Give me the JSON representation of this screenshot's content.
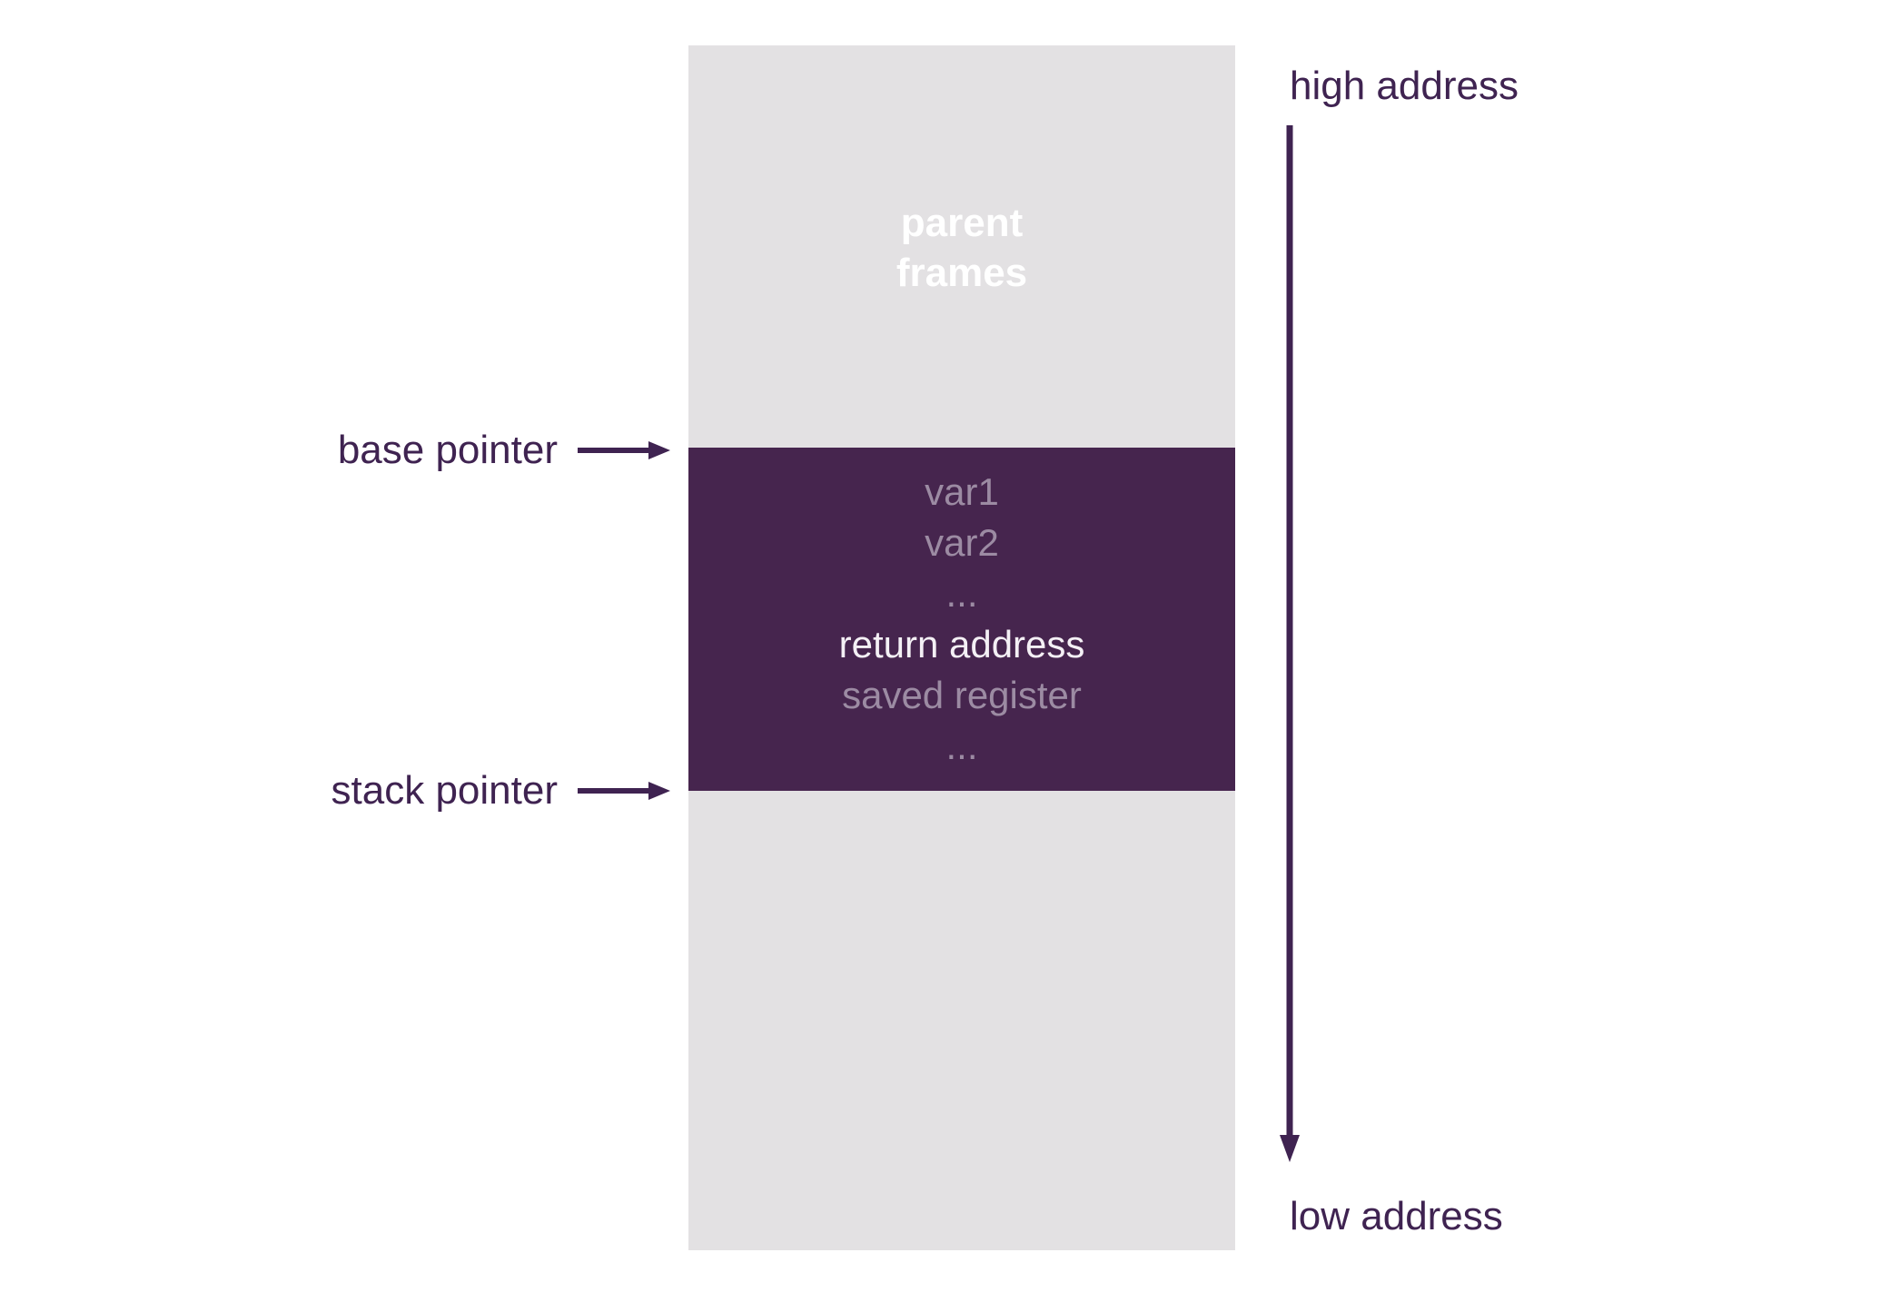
{
  "colors": {
    "background": "#ffffff",
    "column_gray": "#e3e1e3",
    "frame_purple": "#46254e",
    "accent_dark": "#3f2351",
    "muted_text": "#9c8ba3",
    "white_text": "#ffffff"
  },
  "diagram": {
    "stack_column": {
      "parent_frames_label": "parent\nframes"
    },
    "current_frame": {
      "entries": [
        {
          "label": "var1",
          "emphasis": "muted"
        },
        {
          "label": "var2",
          "emphasis": "muted"
        },
        {
          "label": "...",
          "emphasis": "muted"
        },
        {
          "label": "return address",
          "emphasis": "white"
        },
        {
          "label": "saved register",
          "emphasis": "muted"
        },
        {
          "label": "...",
          "emphasis": "muted"
        }
      ]
    },
    "pointers": [
      {
        "label": "base pointer",
        "points_to": "top of current frame"
      },
      {
        "label": "stack pointer",
        "points_to": "bottom of current frame"
      }
    ],
    "address_axis": {
      "top_label": "high address",
      "bottom_label": "low address",
      "direction": "down"
    }
  }
}
